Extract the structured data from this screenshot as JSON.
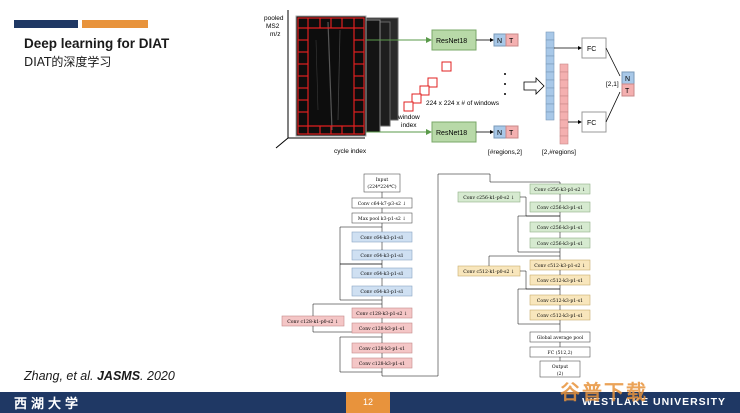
{
  "slide": {
    "title_en": "Deep learning for DIAT",
    "title_zh": "DIAT的深度学习",
    "citation_prefix": "Zhang, et al. ",
    "citation_journal": "JASMS",
    "citation_suffix": ". 2020",
    "page_number": "12",
    "footer_logo": "西湖大学",
    "footer_university": "WESTLAKE UNIVERSITY",
    "watermark": "谷普下载",
    "colors": {
      "navy": "#1f3864",
      "orange": "#e8933c"
    }
  },
  "top_figure": {
    "axis_pooled": "pooled",
    "axis_ms2": "MS2",
    "axis_mz": "m/z",
    "axis_cycle": "cycle index",
    "window_index_1": "window",
    "window_index_2": "index",
    "windows_label": "224 x 224 x # of windows",
    "resnet_top": "ResNet18",
    "resnet_bottom": "ResNet18",
    "n_label": "N",
    "t_label": "T",
    "fc_top": "FC",
    "fc_bottom": "FC",
    "out_n": "N",
    "out_t": "T",
    "dim_regions2": "[#regions,2]",
    "dim_2regions": "[2,#regions]",
    "dim_21": "[2,1]"
  },
  "bottom_figure": {
    "input_1": "Input",
    "input_2": "(224*224*C)",
    "conv1": "Conv c64-k7-p3-s2 ↓",
    "maxpool": "Max pool k3-p1-s2 ↓",
    "blue": [
      "Conv c64-k3-p1-s1",
      "Conv c64-k3-p1-s1",
      "Conv c64-k3-p1-s1",
      "Conv c64-k3-p1-s1"
    ],
    "red_side": "Conv c128-k1-p0-s2 ↓",
    "red": [
      "Conv c128-k3-p1-s2 ↓",
      "Conv c128-k3-p1-s1",
      "Conv c128-k3-p1-s1",
      "Conv c128-k3-p1-s1"
    ],
    "green_side": "Conv c256-k1-p0-s2 ↓",
    "green": [
      "Conv c256-k3-p1-s2 ↓",
      "Conv c256-k3-p1-s1",
      "Conv c256-k3-p1-s1",
      "Conv c256-k3-p1-s1"
    ],
    "yellow_side": "Conv c512-k1-p0-s2 ↓",
    "yellow": [
      "Conv c512-k3-p1-s2 ↓",
      "Conv c512-k3-p1-s1",
      "Conv c512-k3-p1-s1",
      "Conv c512-k3-p1-s1"
    ],
    "gap": "Global average pool",
    "fc": "FC (512,2)",
    "output_1": "Output",
    "output_2": "(2)"
  }
}
